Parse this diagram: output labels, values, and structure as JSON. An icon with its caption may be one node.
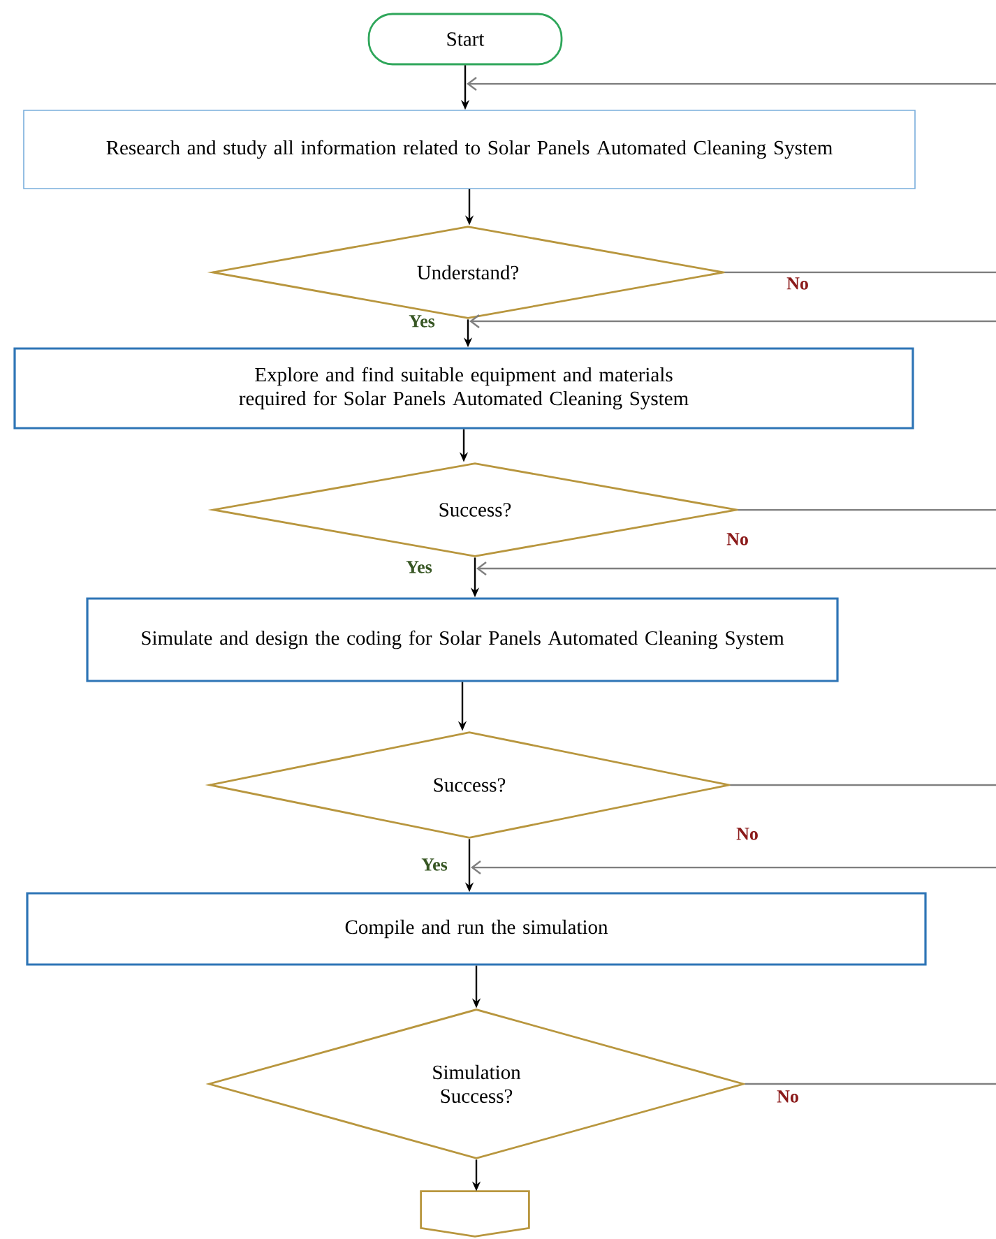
{
  "diagram": {
    "nodes": [
      {
        "text": [
          "Start"
        ]
      },
      {
        "text": [
          "Research and study all information related to Solar Panels Automated Cleaning System"
        ]
      },
      {
        "text": [
          "Understand?"
        ]
      },
      {
        "text": [
          "Explore and find suitable equipment and materials required for Solar Panels Automated Cleaning System"
        ]
      },
      {
        "text": [
          "Success?"
        ]
      },
      {
        "text": [
          "Simulate and design the coding for Solar Panels Automated Cleaning System"
        ]
      },
      {
        "text": [
          "Success?"
        ]
      },
      {
        "text": [
          "Compile and run the simulation"
        ]
      },
      {
        "text": [
          "Simulation Success?"
        ]
      },
      {
        "text": [],
        "shape": "pentagon"
      }
    ],
    "edges": [
      {
        "from": 0,
        "to": 1,
        "arrow": "to"
      },
      {
        "from": null,
        "to": 1,
        "arrow": "to",
        "color": "#7f7f7f"
      },
      {
        "from": 1,
        "to": 2,
        "arrow": "to"
      },
      {
        "from": 2,
        "to": null,
        "arrow": "none",
        "label": "No",
        "color": "#7f7f7f"
      },
      {
        "from": 2,
        "to": 3,
        "arrow": "to",
        "label": "Yes"
      },
      {
        "from": null,
        "to": 3,
        "arrow": "to",
        "color": "#7f7f7f"
      },
      {
        "from": 3,
        "to": 4,
        "arrow": "to"
      },
      {
        "from": 4,
        "to": null,
        "arrow": "none",
        "label": "No",
        "color": "#7f7f7f"
      },
      {
        "from": 4,
        "to": 5,
        "arrow": "to",
        "label": "Yes"
      },
      {
        "from": null,
        "to": 5,
        "arrow": "to",
        "color": "#7f7f7f"
      },
      {
        "from": 5,
        "to": 6,
        "arrow": "to"
      },
      {
        "from": 6,
        "to": null,
        "arrow": "none",
        "label": "No",
        "color": "#7f7f7f"
      },
      {
        "from": 6,
        "to": 7,
        "arrow": "to",
        "label": "Yes"
      },
      {
        "from": null,
        "to": 7,
        "arrow": "to",
        "color": "#7f7f7f"
      },
      {
        "from": 7,
        "to": 8,
        "arrow": "to"
      },
      {
        "from": 8,
        "to": null,
        "arrow": "none",
        "label": "No",
        "color": "#7f7f7f"
      },
      {
        "from": 8,
        "to": 9,
        "arrow": "to"
      }
    ]
  }
}
